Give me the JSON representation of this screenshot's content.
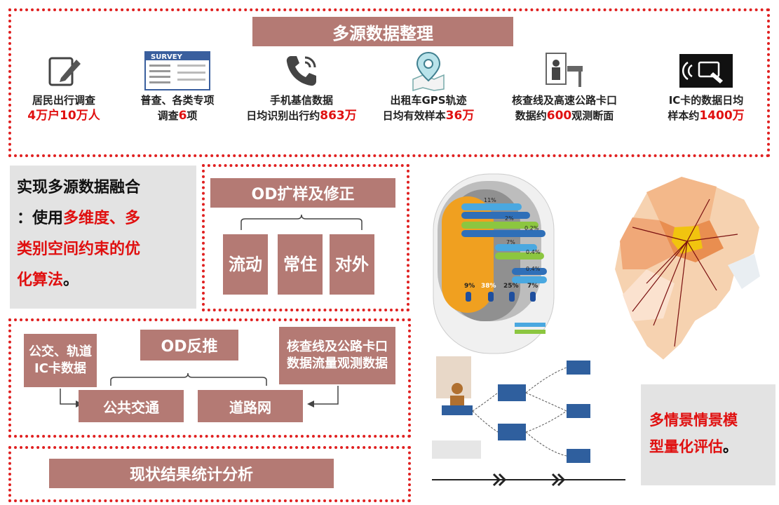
{
  "top": {
    "title": "多源数据整理",
    "sources": [
      {
        "icon": "pen-paper-icon",
        "l1": "居民出行调查",
        "l2a": "",
        "l2red": "4万户10万人",
        "l2b": ""
      },
      {
        "icon": "survey-form-icon",
        "l1": "普查、各类专项",
        "l2a": "调查",
        "l2red": "6",
        "l2b": "项",
        "badge": "SURVEY"
      },
      {
        "icon": "phone-icon",
        "l1": "手机基信数据",
        "l2a": "日均识别出行约",
        "l2red": "863万",
        "l2b": ""
      },
      {
        "icon": "map-pin-icon",
        "l1": "出租车GPS轨迹",
        "l2a": "日均有效样本",
        "l2red": "36万",
        "l2b": ""
      },
      {
        "icon": "checkpoint-camera-icon",
        "l1": "核查线及高速公路卡口",
        "l2a": "数据约",
        "l2red": "600",
        "l2b": "观测断面"
      },
      {
        "icon": "ic-card-icon",
        "l1": "IC卡的数据日均",
        "l2a": "样本约",
        "l2red": "1400万",
        "l2b": ""
      }
    ]
  },
  "fusion": {
    "line1": "实现多源数据融合",
    "line2a": "：使用",
    "line2red": "多维度、多",
    "line3red": "类别空间约束的优",
    "line4red": "化算法",
    "line4b": "。"
  },
  "od_expand": {
    "title": "OD扩样及修正",
    "items": [
      "流动",
      "常住",
      "对外"
    ]
  },
  "od_back": {
    "title": "OD反推",
    "left": "公交、轨道IC卡数据",
    "right": "核查线及公路卡口数据流量观测数据",
    "public_transit": "公共交通",
    "road_network": "道路网"
  },
  "status_analysis": "现状结果统计分析",
  "scenario": {
    "line1red": "多情景情景模",
    "line2red": "型量化评估",
    "line2b": "。"
  },
  "flow_chart": {
    "pcts_top": [
      "11%",
      "2%",
      "0.2%",
      "7%",
      "0.4%",
      "0.4%"
    ],
    "pcts_bottom": [
      "9%",
      "38%",
      "25%",
      "7%"
    ]
  },
  "colors": {
    "accent_red": "#e02020",
    "box": "#b47a74",
    "gray_panel": "#e3e3e3"
  }
}
